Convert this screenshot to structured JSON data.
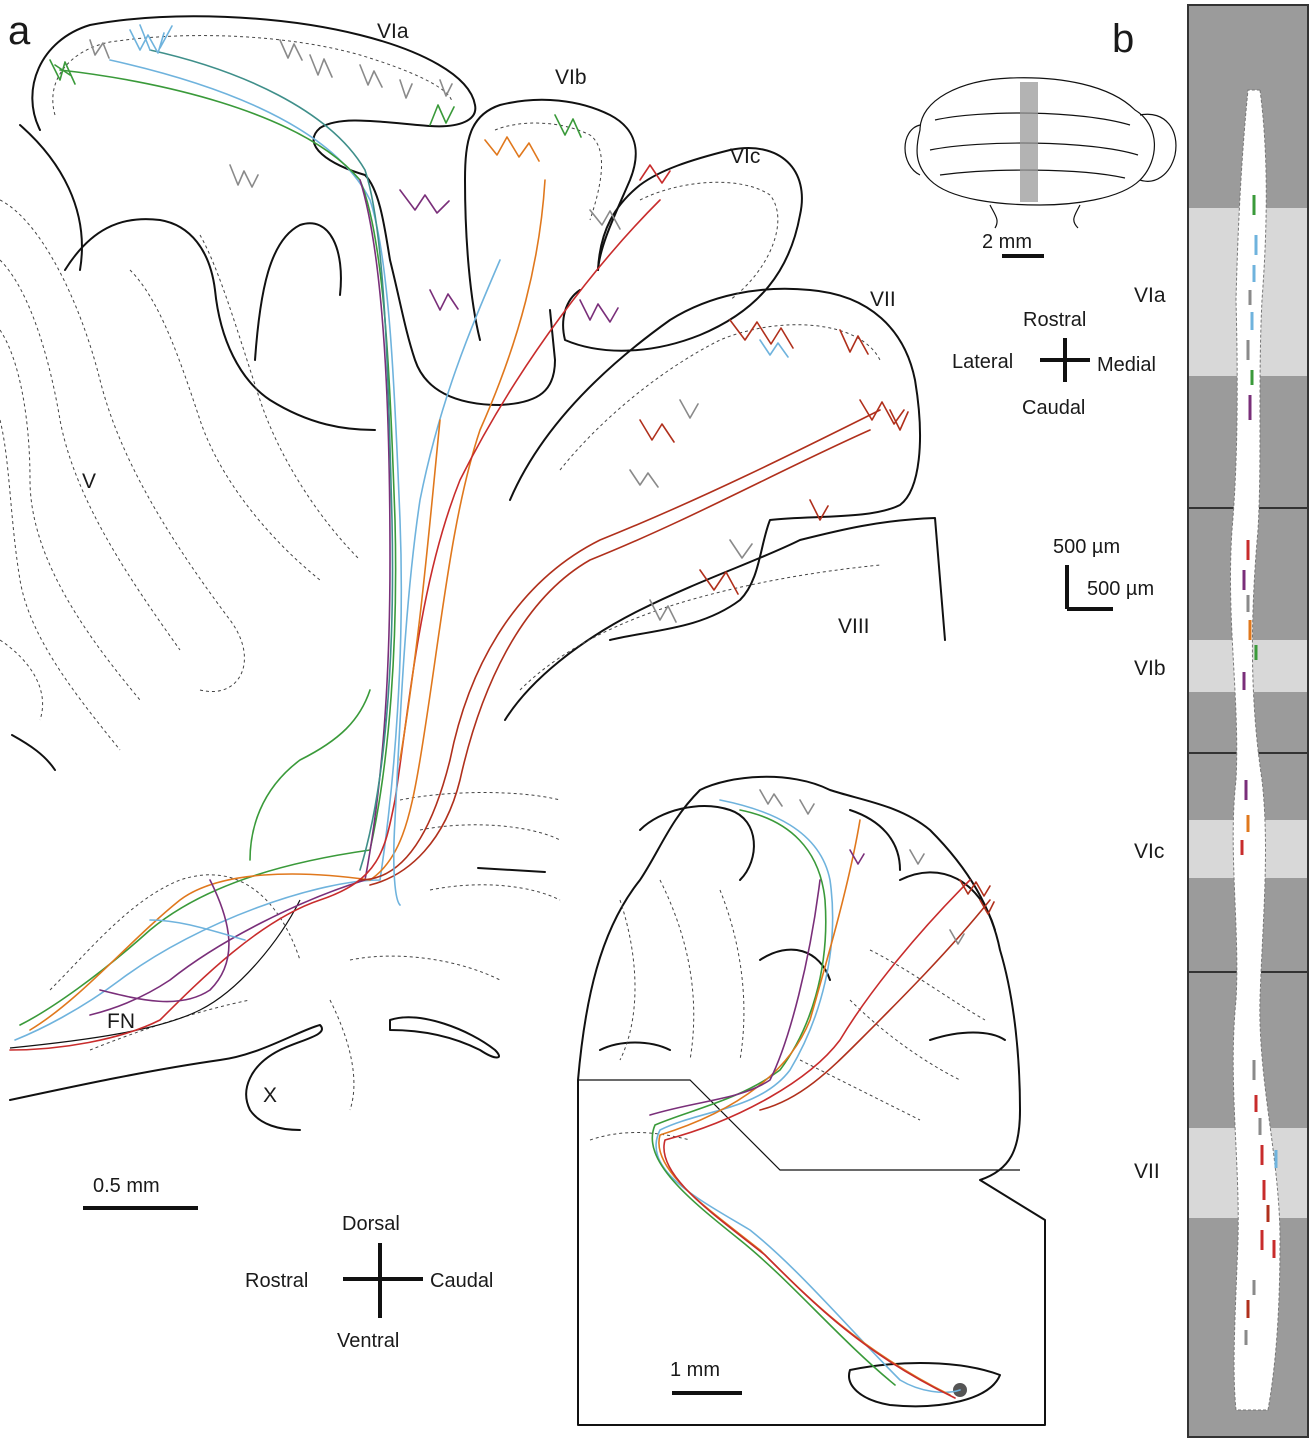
{
  "panel_a": {
    "letter": "a",
    "lobules": {
      "via": "VIa",
      "vib": "VIb",
      "vic": "VIc",
      "vii": "VII",
      "v": "V",
      "viii": "VIII",
      "x": "X",
      "fn": "FN"
    },
    "scale_main": "0.5 mm",
    "scale_inset": "1 mm",
    "orientation": {
      "dorsal": "Dorsal",
      "ventral": "Ventral",
      "rostral": "Rostral",
      "caudal": "Caudal"
    }
  },
  "panel_b": {
    "letter": "b",
    "scale_brain": "2 mm",
    "orientation": {
      "rostral": "Rostral",
      "caudal": "Caudal",
      "lateral": "Lateral",
      "medial": "Medial"
    },
    "scale_strip_vertical": "500 µm",
    "scale_strip_horizontal": "500 µm",
    "strip_lobules": [
      "VIa",
      "VIb",
      "VIc",
      "VII"
    ]
  },
  "colors": {
    "green": "#3a9a3a",
    "lightblue": "#6fb3dd",
    "purple": "#7a2f7a",
    "orange": "#e0781d",
    "red": "#c82c2c",
    "darkred": "#b0301c",
    "gray": "#8a8a8a",
    "teal": "#3f8f8a"
  }
}
